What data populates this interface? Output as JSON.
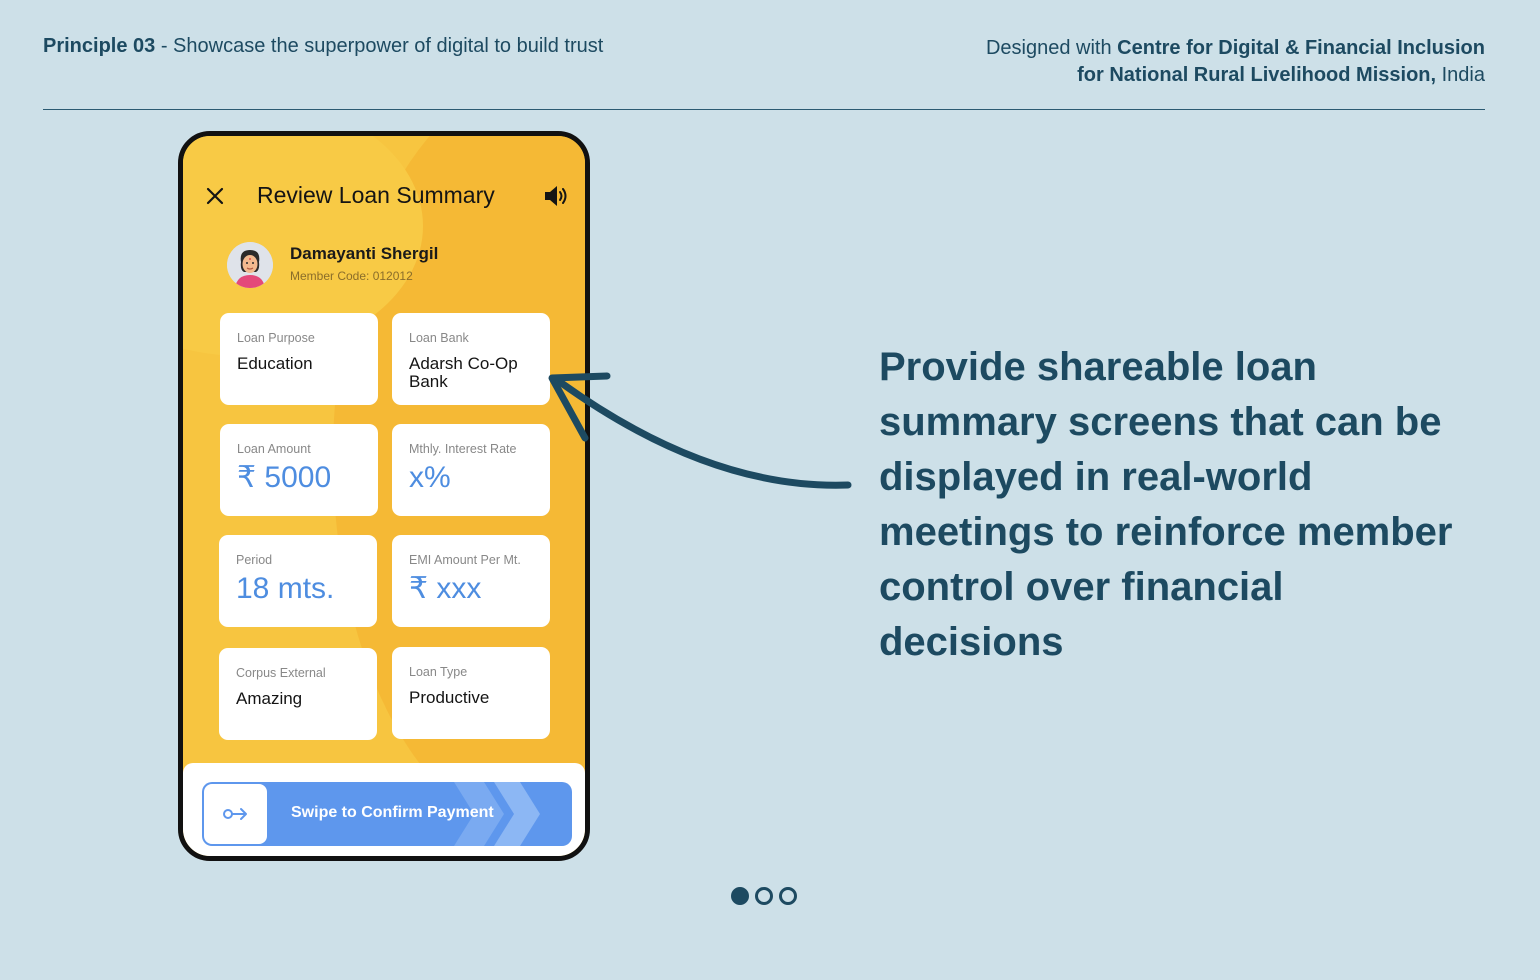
{
  "header": {
    "principle_label": "Principle 03",
    "principle_text": " - Showcase the superpower of digital to build trust",
    "designed_with_prefix": "Designed with ",
    "partner_line1": "Centre for Digital & Financial Inclusion",
    "partner_line2": "for National Rural Livelihood Mission,",
    "partner_country": " India"
  },
  "phone": {
    "title": "Review Loan Summary",
    "member": {
      "name": "Damayanti Shergil",
      "code": "Member Code: 012012"
    },
    "cards": [
      {
        "label": "Loan Purpose",
        "value": "Education"
      },
      {
        "label": "Loan Bank",
        "value": "Adarsh Co-Op Bank"
      },
      {
        "label": "Loan Amount",
        "value": "₹ 5000"
      },
      {
        "label": "Mthly. Interest Rate",
        "value": "x%"
      },
      {
        "label": "Period",
        "value": "18 mts."
      },
      {
        "label": "EMI Amount Per Mt.",
        "value": "₹ xxx"
      },
      {
        "label": "Corpus External",
        "value": "Amazing"
      },
      {
        "label": "Loan Type",
        "value": "Productive"
      }
    ],
    "swipe_label": "Swipe to Confirm Payment"
  },
  "headline": "Provide shareable loan summary screens that can be displayed in real-world meetings to reinforce member control over financial decisions",
  "pagination": {
    "total": 3,
    "active": 1
  },
  "colors": {
    "background": "#cde0e8",
    "text": "#1d4a61",
    "phone_yellow": "#f7c540",
    "accent_blue": "#5e97ed"
  }
}
